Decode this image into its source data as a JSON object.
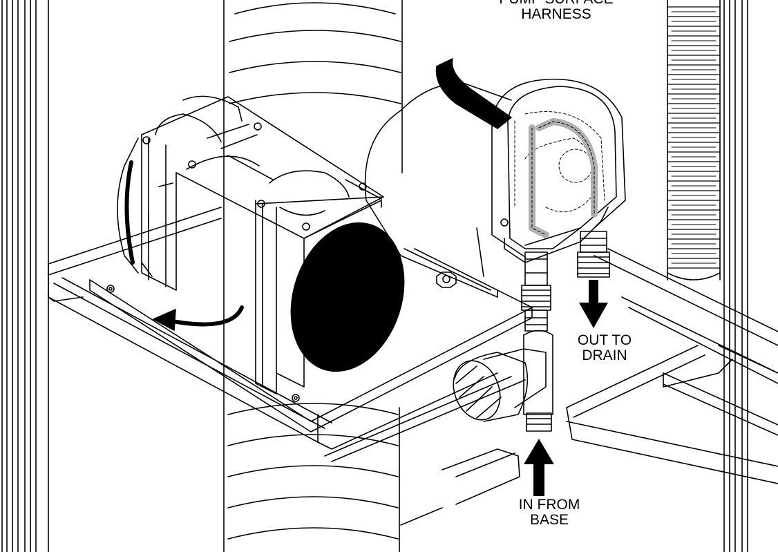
{
  "labels": {
    "harness_line1": "PUMP SURFACE",
    "harness_line2": "HARNESS",
    "drain_line1": "OUT TO",
    "drain_line2": "DRAIN",
    "base_line1": "IN FROM",
    "base_line2": "BASE"
  },
  "colors": {
    "line": "#000000",
    "background": "#ffffff",
    "tube": "#b0b0b0"
  }
}
